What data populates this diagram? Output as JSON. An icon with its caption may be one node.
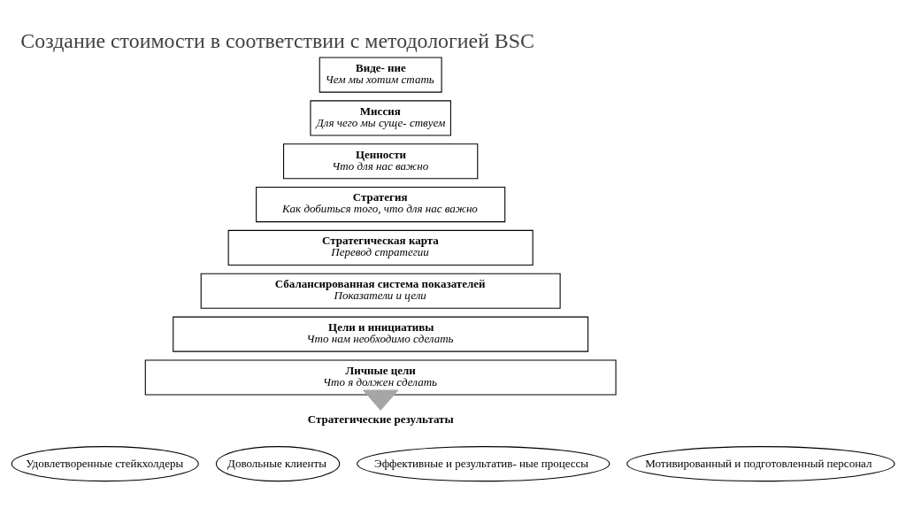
{
  "diagram": {
    "title": "Создание стоимости в соответствии с методологией BSC",
    "nodes": [
      {
        "text": [
          "Виде- ние",
          "Чем мы хотим стать"
        ]
      },
      {
        "text": [
          "Миссия",
          "Для чего мы суще- ствуем"
        ]
      },
      {
        "text": [
          "Ценности",
          "Что для нас важно"
        ]
      },
      {
        "text": [
          "Стратегия",
          "Как добиться того, что для нас важно"
        ]
      },
      {
        "text": [
          "Стратегическая карта",
          "Перевод стратегии"
        ]
      },
      {
        "text": [
          "Сбалансированная система показателей",
          "Показатели и цели"
        ]
      },
      {
        "text": [
          "Цели и инициативы",
          "Что нам необходимо сделать"
        ]
      },
      {
        "text": [
          "Личные цели",
          "Что я должен сделать"
        ]
      },
      {
        "text": [
          "Стратегические результаты"
        ]
      },
      {
        "text": [
          "Удовлетворенные стейкхолдеры"
        ]
      },
      {
        "text": [
          "Довольные клиенты"
        ]
      },
      {
        "text": [
          "Эффективные и результатив- ные процессы"
        ]
      },
      {
        "text": [
          "Мотивированный и подготовленный персонал"
        ]
      }
    ],
    "edges": [
      {
        "from": 7,
        "to": 8,
        "arrow": "to",
        "style": "thick",
        "color": "#a6a6a6"
      }
    ]
  }
}
